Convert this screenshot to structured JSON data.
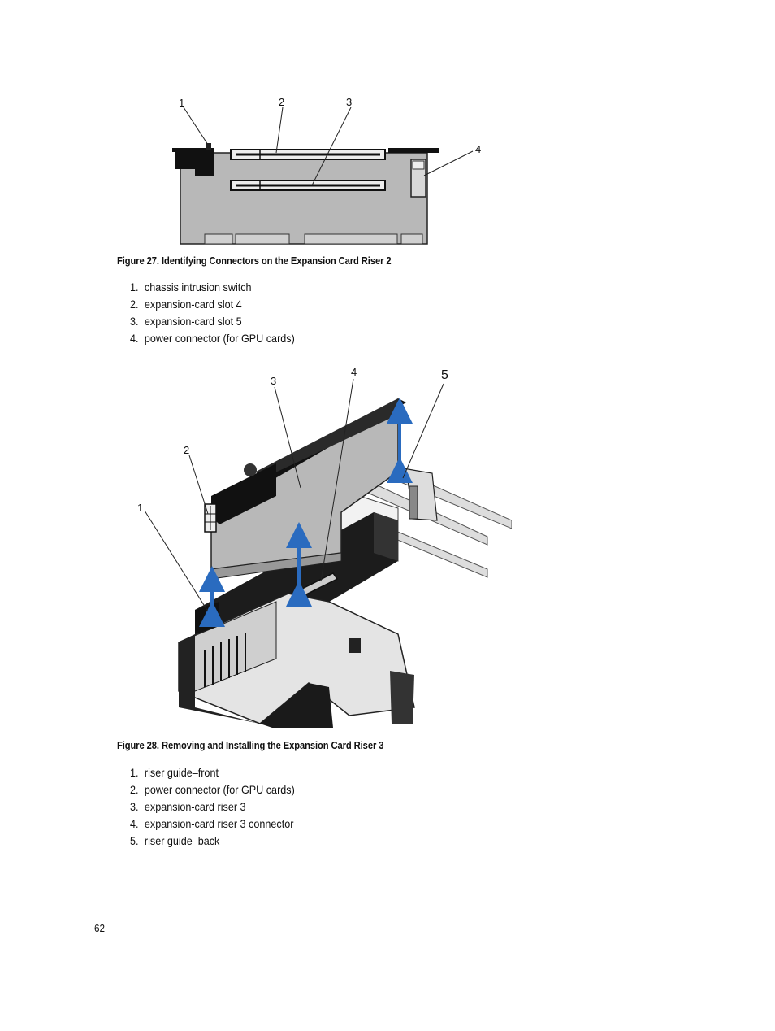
{
  "figure27": {
    "caption": "Figure 27. Identifying Connectors on the Expansion Card Riser 2",
    "callouts": [
      "1",
      "2",
      "3",
      "4"
    ],
    "items": [
      {
        "num": "1.",
        "text": "chassis intrusion switch"
      },
      {
        "num": "2.",
        "text": "expansion-card slot 4"
      },
      {
        "num": "3.",
        "text": "expansion-card slot 5"
      },
      {
        "num": "4.",
        "text": "power connector (for GPU cards)"
      }
    ]
  },
  "figure28": {
    "caption": "Figure 28. Removing and Installing the Expansion Card Riser 3",
    "callouts": [
      "1",
      "2",
      "3",
      "4",
      "5"
    ],
    "items": [
      {
        "num": "1.",
        "text": "riser guide–front"
      },
      {
        "num": "2.",
        "text": "power connector (for GPU cards)"
      },
      {
        "num": "3.",
        "text": "expansion-card riser 3"
      },
      {
        "num": "4.",
        "text": "expansion-card riser 3 connector"
      },
      {
        "num": "5.",
        "text": "riser guide–back"
      }
    ]
  },
  "colors": {
    "board": "#b8b8b8",
    "arrow": "#2a6bbf"
  },
  "page_number": "62"
}
